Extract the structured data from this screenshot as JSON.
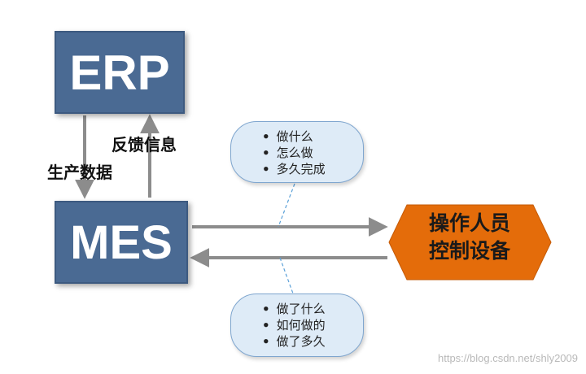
{
  "nodes": {
    "erp": "ERP",
    "mes": "MES",
    "operator": [
      "操作人员",
      "控制设备"
    ]
  },
  "edges": {
    "erp_to_mes_label": "生产数据",
    "mes_to_erp_label": "反馈信息"
  },
  "notes": {
    "top": [
      "做什么",
      "怎么做",
      "多久完成"
    ],
    "bottom": [
      "做了什么",
      "如何做的",
      "做了多久"
    ]
  },
  "watermark": "https://blog.csdn.net/shly2009",
  "colors": {
    "box_fill": "#4a6a93",
    "operator_fill": "#e46c0a",
    "note_fill": "#deebf7",
    "arrow": "#8c8c8c"
  }
}
